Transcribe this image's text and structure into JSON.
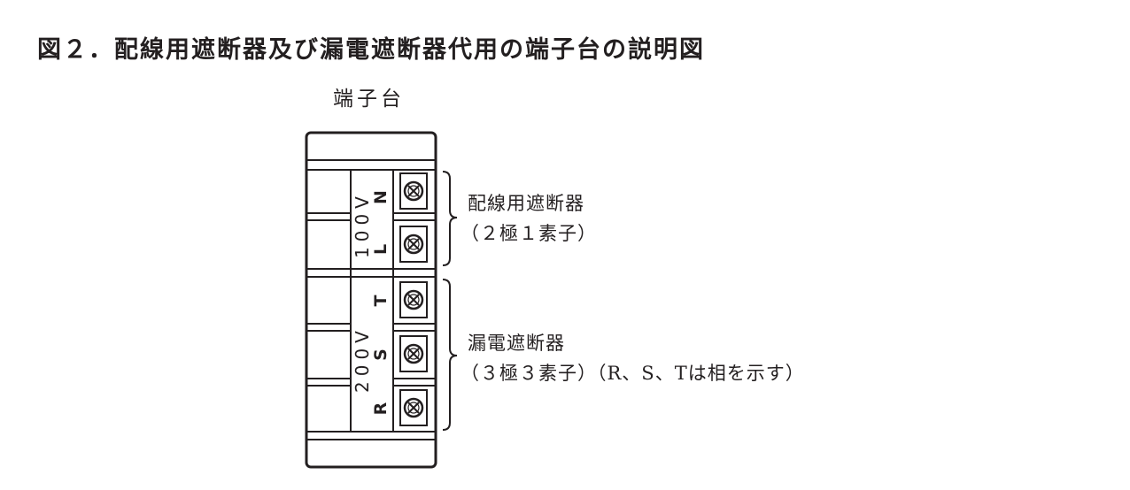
{
  "title": "図２．配線用遮断器及び漏電遮断器代用の端子台の説明図",
  "block_label": "端子台",
  "groups": {
    "v100": {
      "voltage": "100V",
      "terminals": [
        "N",
        "L"
      ],
      "name": "配線用遮断器",
      "detail": "（２極１素子）"
    },
    "v200": {
      "voltage": "200V",
      "terminals": [
        "T",
        "S",
        "R"
      ],
      "name": "漏電遮断器",
      "detail": "（３極３素子）（R、S、Tは相を示す）"
    }
  },
  "colors": {
    "ink": "#231f20",
    "background": "#ffffff"
  },
  "icons": {
    "terminal_screw": "crossed-circle-screw-icon"
  }
}
